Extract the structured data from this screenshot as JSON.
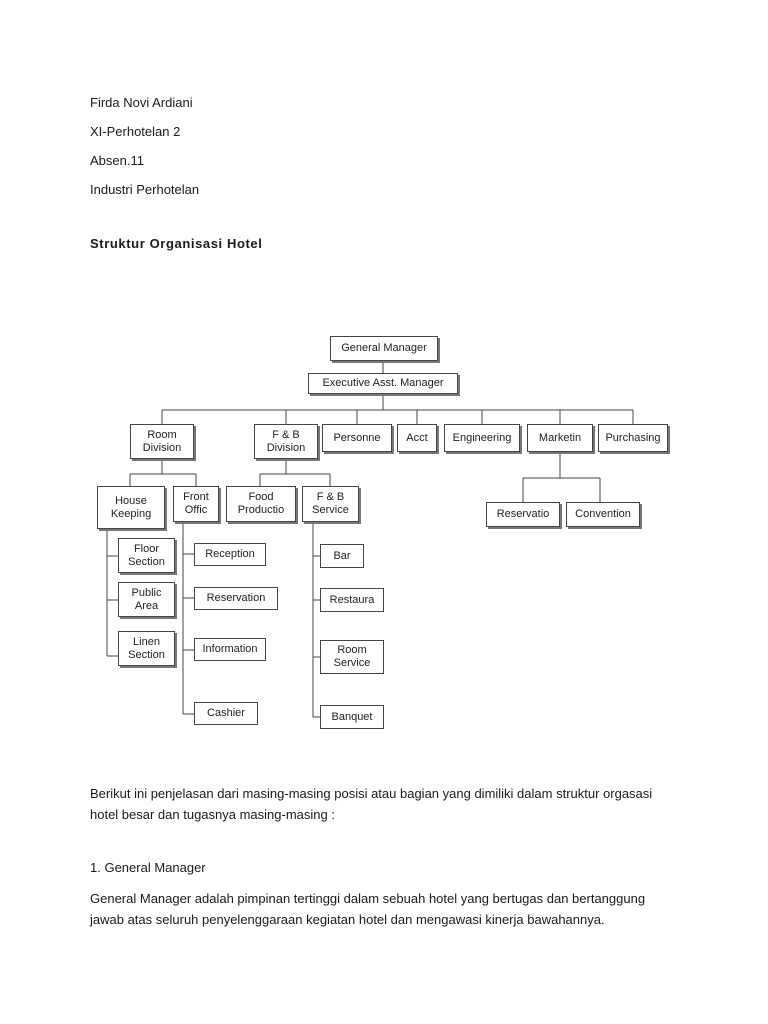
{
  "header": {
    "name": "Firda Novi Ardiani",
    "class": "XI-Perhotelan 2",
    "absen": "Absen.11",
    "subject": "Industri Perhotelan"
  },
  "section_title": "Struktur Organisasi Hotel",
  "org_chart": {
    "general_manager": "General Manager",
    "executive_asst": "Executive Asst. Manager",
    "room_division": "Room\nDivision",
    "fb_division": "F & B\nDivision",
    "personnel": "Personne",
    "acct": "Acct",
    "engineering": "Engineering",
    "marketing": "Marketin",
    "purchasing": "Purchasing",
    "house_keeping": "House\nKeeping",
    "front_office": "Front\nOffic",
    "food_production": "Food\nProductio",
    "fb_service": "F & B\nService",
    "reservation_mkt": "Reservatio",
    "convention": "Convention",
    "floor_section": "Floor\nSection",
    "public_area": "Public\nArea",
    "linen_section": "Linen\nSection",
    "reception": "Reception",
    "reservation_fo": "Reservation",
    "information": "Information",
    "cashier": "Cashier",
    "bar": "Bar",
    "restaurant": "Restaura",
    "room_service": "Room\nService",
    "banquet": "Banquet"
  },
  "intro_paragraph": "Berikut ini penjelasan dari masing-masing posisi atau bagian yang dimiliki dalam struktur orgasasi hotel besar dan tugasnya masing-masing :",
  "item1_heading": "1. General Manager",
  "item1_text": "General Manager adalah pimpinan tertinggi dalam sebuah hotel yang bertugas dan bertanggung jawab atas seluruh penyelenggaraan kegiatan hotel dan mengawasi kinerja bawahannya."
}
